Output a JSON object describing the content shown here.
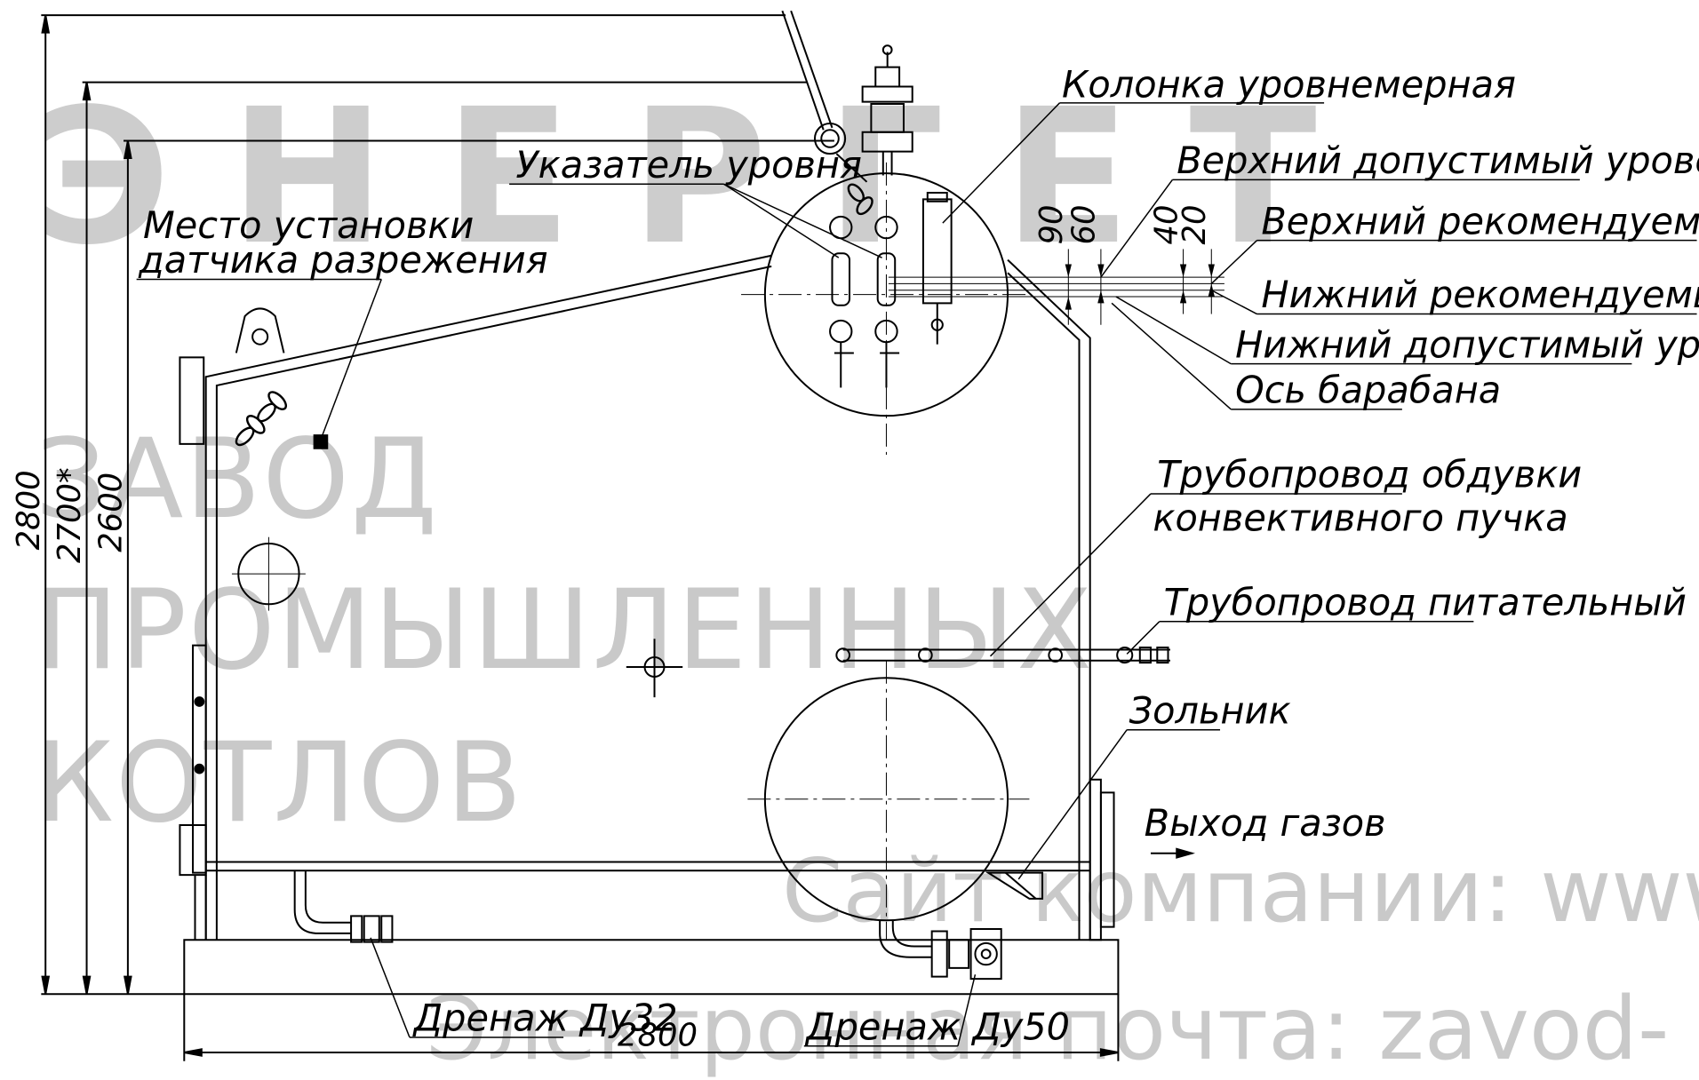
{
  "watermark": {
    "brand": "ЭНЕРГЕТ",
    "company_line1": "ЗАВОД",
    "company_line2": "ПРОМЫШЛЕННЫХ",
    "company_line3": "КОТЛОВ",
    "site": "Сайт компании: www",
    "email": "Электронная почта: zavod-"
  },
  "labels": {
    "level_column": "Колонка уровнемерная",
    "level_indicator": "Указатель уровня",
    "sensor_place_1": "Место установки",
    "sensor_place_2": "датчика разрежения",
    "upper_allowed": "Верхний допустимый уровень(ВДУ)",
    "upper_recommended": "Верхний рекомендуемый уровень(ВРУ)",
    "lower_recommended": "Нижний рекомендуемый уровень(НРУ)",
    "lower_allowed": "Нижний допустимый уровень(НДУ)",
    "drum_axis": "Ось барабана",
    "blowdown_1": "Трубопровод обдувки",
    "blowdown_2": "конвективного пучка",
    "feed_pipe": "Трубопровод питательный",
    "ash_pit": "Зольник",
    "gas_outlet": "Выход газов",
    "drain_32": "Дренаж Ду32",
    "drain_50": "Дренаж Ду50"
  },
  "dimensions": {
    "overall_height": "2800",
    "height_2700": "2700*",
    "height_2600": "2600",
    "overall_length": "2800",
    "d90": "90",
    "d60": "60",
    "d40": "40",
    "d20": "20"
  },
  "colors": {
    "line": "#000000",
    "watermark": "#c8c8c8",
    "background": "#ffffff"
  }
}
